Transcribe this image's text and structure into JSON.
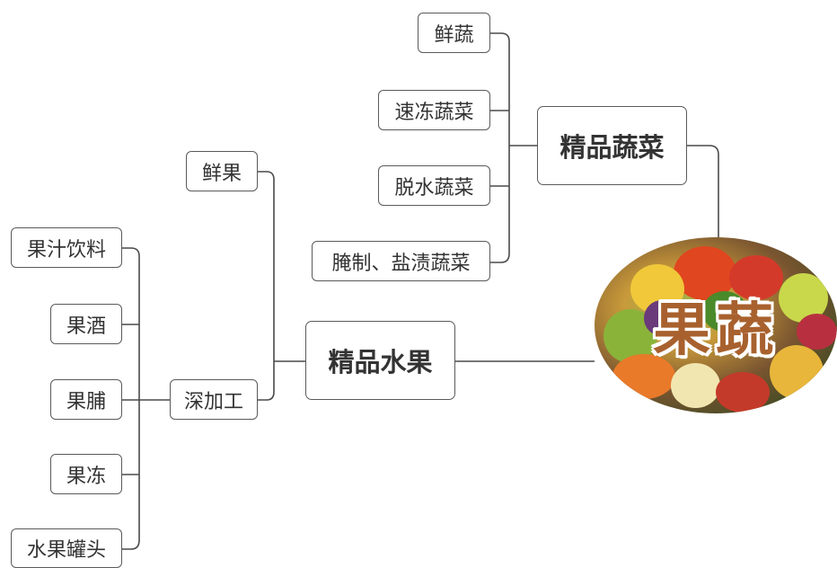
{
  "center": {
    "label": "果蔬",
    "image": "fruits-and-vegetables-photo"
  },
  "branches": {
    "vegetables": {
      "label": "精品蔬菜",
      "children": [
        {
          "label": "鲜蔬"
        },
        {
          "label": "速冻蔬菜"
        },
        {
          "label": "脱水蔬菜"
        },
        {
          "label": "腌制、盐渍蔬菜"
        }
      ]
    },
    "fruits": {
      "label": "精品水果",
      "children": [
        {
          "label": "鲜果"
        },
        {
          "label": "深加工",
          "children": [
            {
              "label": "果汁饮料"
            },
            {
              "label": "果酒"
            },
            {
              "label": "果脯"
            },
            {
              "label": "果冻"
            },
            {
              "label": "水果罐头"
            }
          ]
        }
      ]
    }
  },
  "colors": {
    "line": "#4a4a4a",
    "border": "#5a5a5a",
    "center_text": "#a8612e"
  }
}
